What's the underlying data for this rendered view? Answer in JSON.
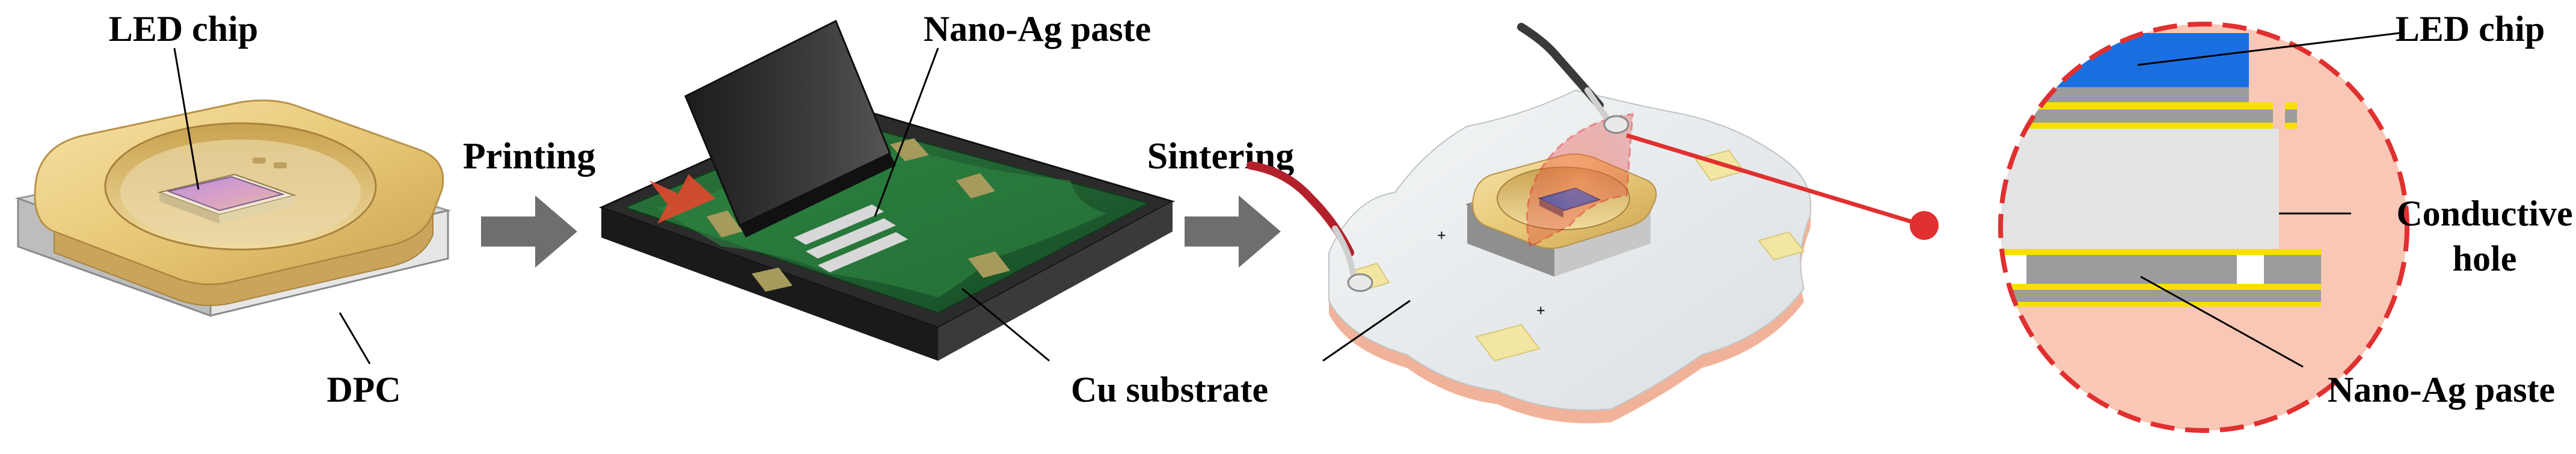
{
  "labels": {
    "dpc_led_chip": "LED chip",
    "dpc": "DPC",
    "printing": "Printing",
    "nano_ag_paste_top": "Nano-Ag paste",
    "cu_substrate": "Cu substrate",
    "sintering": "Sintering",
    "zoom_led_chip": "LED chip",
    "conductive_line1": "Conductive",
    "conductive_line2": "hole",
    "nano_ag_paste_bottom": "Nano-Ag paste"
  },
  "colors": {
    "dpc_gold": "#e8c877",
    "substrate_green": "#1f5a2e",
    "frame_dark": "#2b2b2b",
    "arrow_gray": "#6e6e6e",
    "star_white": "#eef0f1",
    "copper_edge": "#f0b39a",
    "chip_blue": "#1a6fe0",
    "silver_gray": "#9c9c9c",
    "bond_yellow": "#f7e000",
    "zoom_pink": "#f9c7b6",
    "zoom_core": "#e3e3e3",
    "highlight_red": "#e03030",
    "wire_red": "#c0392b"
  }
}
